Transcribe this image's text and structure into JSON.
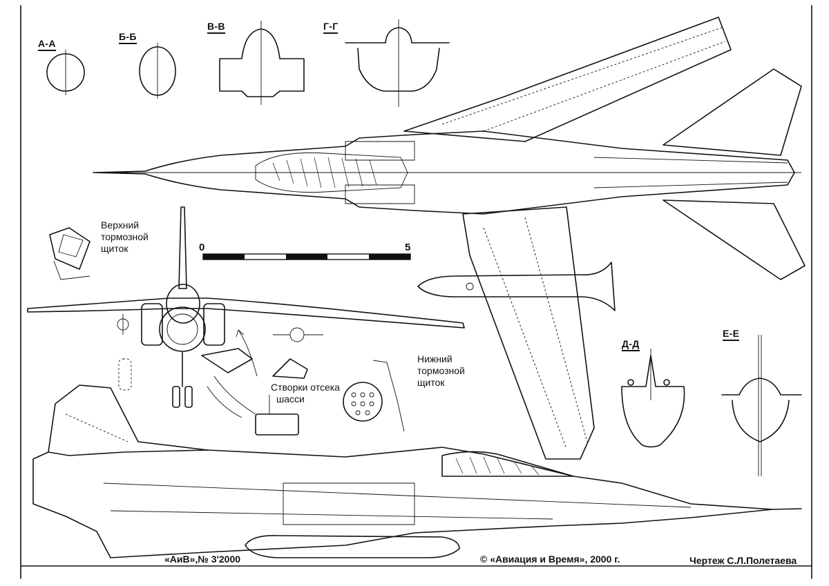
{
  "sections": {
    "a": "А-А",
    "b": "Б-Б",
    "v": "В-В",
    "g": "Г-Г",
    "d": "Д-Д",
    "e": "Е-Е"
  },
  "notes": {
    "upper_brake_line1": "Верхний",
    "upper_brake_line2": "тормозной",
    "upper_brake_line3": "щиток",
    "lower_brake_line1": "Нижний",
    "lower_brake_line2": "тормозной",
    "lower_brake_line3": "щиток",
    "gear_doors_line1": "Створки отсека",
    "gear_doors_line2": "шасси"
  },
  "scale": {
    "start": "0",
    "end": "5"
  },
  "footer": {
    "issue": "«АиВ»,№ 3'2000",
    "copyright": "© «Авиация и Время», 2000 г.",
    "author": "Чертеж С.Л.Полетаева"
  }
}
